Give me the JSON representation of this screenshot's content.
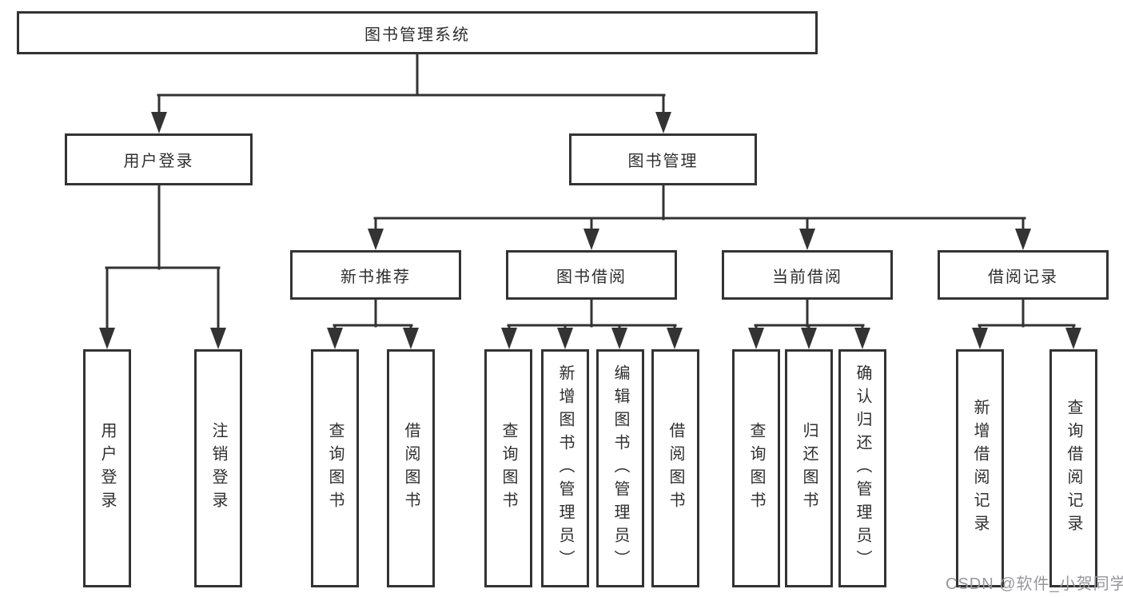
{
  "diagram": {
    "nodes": {
      "root": "图书管理系统",
      "user-login": "用户登录",
      "book-management": "图书管理",
      "new-book-recommend": "新书推荐",
      "book-borrow": "图书借阅",
      "current-borrow": "当前借阅",
      "borrow-records": "借阅记录",
      "leaf-user-login": "用户登录",
      "leaf-logout": "注销登录",
      "leaf-nb-query": "查询图书",
      "leaf-nb-borrow": "借阅图书",
      "leaf-bb-query": "查询图书",
      "leaf-bb-add": "新增图书（管理员）",
      "leaf-bb-edit": "编辑图书（管理员）",
      "leaf-bb-borrow": "借阅图书",
      "leaf-cb-query": "查询图书",
      "leaf-cb-return": "归还图书",
      "leaf-cb-confirm": "确认归还（管理员）",
      "leaf-br-add": "新增借阅记录",
      "leaf-br-query": "查询借阅记录"
    },
    "colors": {
      "line": "#333333",
      "box_border": "#333333",
      "text": "#2f2f2f",
      "background": "#ffffff",
      "watermark": "#97979b"
    }
  },
  "watermark": {
    "text": "CSDN @软件_小贺同学"
  }
}
